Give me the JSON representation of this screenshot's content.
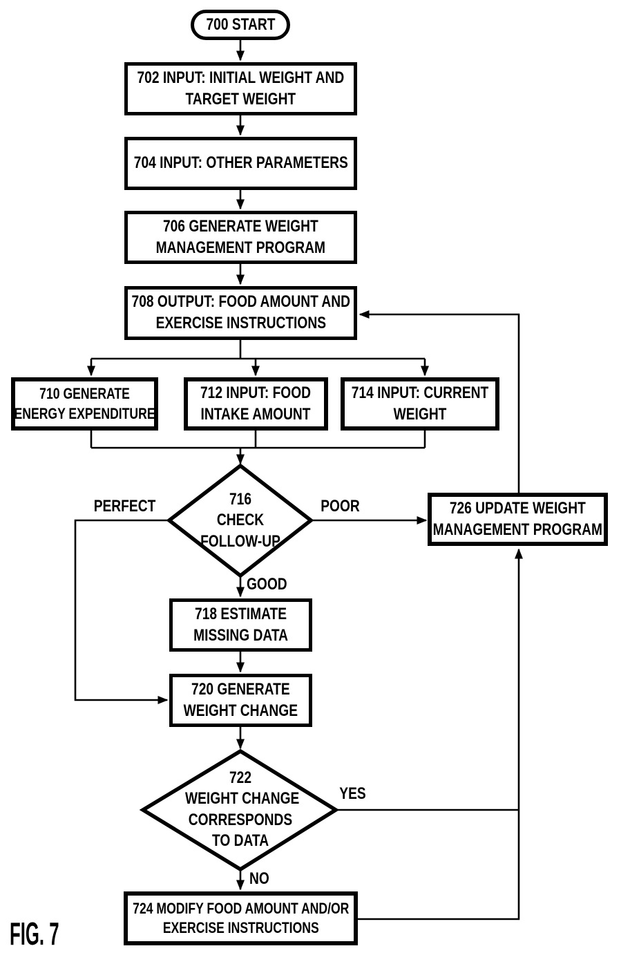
{
  "figure": {
    "caption": "FIG. 7",
    "type": "flowchart"
  },
  "colors": {
    "ink": "#000000",
    "background": "#ffffff"
  },
  "nodes": {
    "n700": {
      "id": "700",
      "shape": "terminator",
      "label": "700 START"
    },
    "n702": {
      "id": "702",
      "shape": "process",
      "label": "702 INPUT: INITIAL WEIGHT AND\nTARGET WEIGHT"
    },
    "n704": {
      "id": "704",
      "shape": "process",
      "label": "704 INPUT: OTHER PARAMETERS"
    },
    "n706": {
      "id": "706",
      "shape": "process",
      "label": "706 GENERATE WEIGHT\nMANAGEMENT PROGRAM"
    },
    "n708": {
      "id": "708",
      "shape": "process",
      "label": "708 OUTPUT: FOOD AMOUNT AND\nEXERCISE INSTRUCTIONS"
    },
    "n710": {
      "id": "710",
      "shape": "process",
      "label": "710 GENERATE\nENERGY EXPENDITURE"
    },
    "n712": {
      "id": "712",
      "shape": "process",
      "label": "712 INPUT: FOOD\nINTAKE AMOUNT"
    },
    "n714": {
      "id": "714",
      "shape": "process",
      "label": "714 INPUT: CURRENT\nWEIGHT"
    },
    "n716": {
      "id": "716",
      "shape": "decision",
      "label": "716\nCHECK\nFOLLOW-UP"
    },
    "n718": {
      "id": "718",
      "shape": "process",
      "label": "718 ESTIMATE\nMISSING DATA"
    },
    "n720": {
      "id": "720",
      "shape": "process",
      "label": "720 GENERATE\nWEIGHT CHANGE"
    },
    "n722": {
      "id": "722",
      "shape": "decision",
      "label": "722\nWEIGHT CHANGE\nCORRESPONDS\nTO DATA"
    },
    "n724": {
      "id": "724",
      "shape": "process",
      "label": "724 MODIFY FOOD AMOUNT AND/OR\nEXERCISE INSTRUCTIONS"
    },
    "n726": {
      "id": "726",
      "shape": "process",
      "label": "726 UPDATE WEIGHT\nMANAGEMENT PROGRAM"
    }
  },
  "edge_labels": {
    "perfect": "PERFECT",
    "poor": "POOR",
    "good": "GOOD",
    "yes": "YES",
    "no": "NO"
  },
  "edges": [
    {
      "from": "700",
      "to": "702"
    },
    {
      "from": "702",
      "to": "704"
    },
    {
      "from": "704",
      "to": "706"
    },
    {
      "from": "706",
      "to": "708"
    },
    {
      "from": "708",
      "to": "710"
    },
    {
      "from": "708",
      "to": "712"
    },
    {
      "from": "708",
      "to": "714"
    },
    {
      "from": "710",
      "to": "716"
    },
    {
      "from": "712",
      "to": "716"
    },
    {
      "from": "714",
      "to": "716"
    },
    {
      "from": "716",
      "to": "720",
      "label": "PERFECT"
    },
    {
      "from": "716",
      "to": "726",
      "label": "POOR"
    },
    {
      "from": "716",
      "to": "718",
      "label": "GOOD"
    },
    {
      "from": "718",
      "to": "720"
    },
    {
      "from": "720",
      "to": "722"
    },
    {
      "from": "722",
      "to": "726",
      "label": "YES"
    },
    {
      "from": "722",
      "to": "724",
      "label": "NO"
    },
    {
      "from": "724",
      "to": "726"
    },
    {
      "from": "726",
      "to": "708"
    }
  ]
}
